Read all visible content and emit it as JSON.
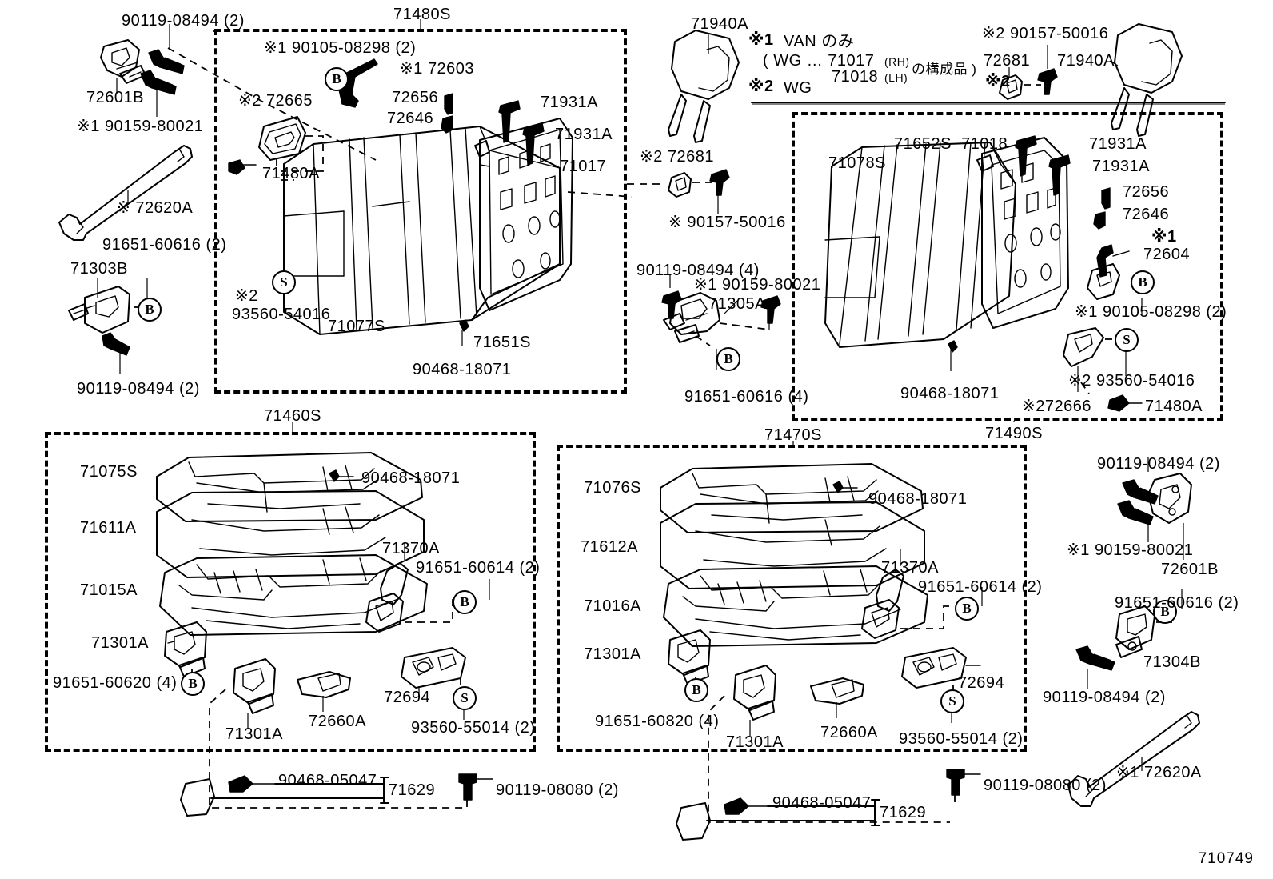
{
  "diagram": {
    "number": "710749",
    "notes": [
      {
        "mark": "※1",
        "text": "VAN のみ"
      },
      {
        "mark": "",
        "text": "( WG … 71017 (RH)"
      },
      {
        "mark": "",
        "text": "71018 (LH)  の構成品 )"
      },
      {
        "mark": "※2",
        "text": "WG"
      }
    ],
    "note_line1_mark": "※1",
    "note_line1_text": "VAN のみ",
    "note_line2_text": "( WG … 71017",
    "note_line2_sub": "(RH)",
    "note_line3_text": "71018",
    "note_line3_sub": "(LH)",
    "note_line3_tail": "の構成品 )",
    "note_line4_mark": "※2",
    "note_line4_text": "WG"
  },
  "groups": {
    "top_left": "71480S",
    "top_right": "71490S",
    "bottom_left": "71460S",
    "bottom_right": "71470S"
  },
  "top_left_panel": {
    "labels": [
      {
        "id": "tl1",
        "text": "※1  90105-08298 (2)"
      },
      {
        "id": "tl2",
        "text": "※1 72603"
      },
      {
        "id": "tl3",
        "text": "72656"
      },
      {
        "id": "tl4",
        "text": "72646"
      },
      {
        "id": "tl5",
        "text": "71931A"
      },
      {
        "id": "tl6",
        "text": "71931A"
      },
      {
        "id": "tl7",
        "text": "71017"
      },
      {
        "id": "tl8",
        "text": "※2  72665"
      },
      {
        "id": "tl9",
        "text": "71480A"
      },
      {
        "id": "tl10",
        "text": "※2"
      },
      {
        "id": "tl11",
        "text": "93560-54016"
      },
      {
        "id": "tl12",
        "text": "71077S"
      },
      {
        "id": "tl13",
        "text": "90468-18071"
      },
      {
        "id": "tl14",
        "text": "71651S"
      }
    ]
  },
  "left_outer": {
    "labels": [
      {
        "id": "lo1",
        "text": "90119-08494 (2)"
      },
      {
        "id": "lo2",
        "text": "72601B"
      },
      {
        "id": "lo3",
        "text": "※1 90159-80021"
      },
      {
        "id": "lo4",
        "text": "※ 72620A"
      },
      {
        "id": "lo5",
        "text": "91651-60616 (2)"
      },
      {
        "id": "lo6",
        "text": "71303B"
      },
      {
        "id": "lo7",
        "text": "90119-08494 (2)"
      }
    ],
    "badge_b": "B"
  },
  "center_column": {
    "labels": [
      {
        "id": "cc1",
        "text": "※2 72681"
      },
      {
        "id": "cc2",
        "text": "※ 90157-50016"
      },
      {
        "id": "cc3",
        "text": "90119-08494 (4)"
      },
      {
        "id": "cc4",
        "text": "※1 90159-80021"
      },
      {
        "id": "cc5",
        "text": "71305A"
      },
      {
        "id": "cc6",
        "text": "91651-60616 (4)"
      }
    ],
    "badge_b": "B"
  },
  "headrests": {
    "left_label": "71940A",
    "right_label": "71940A",
    "right_mount_label": "72681",
    "right_mount_mark": "※2",
    "right_bolt_label": "※2 90157-50016"
  },
  "top_right_panel": {
    "labels": [
      {
        "id": "tr1",
        "text": "71652S"
      },
      {
        "id": "tr2",
        "text": "71018"
      },
      {
        "id": "tr3",
        "text": "71078S"
      },
      {
        "id": "tr4",
        "text": "71931A"
      },
      {
        "id": "tr5",
        "text": "71931A"
      },
      {
        "id": "tr6",
        "text": "72656"
      },
      {
        "id": "tr7",
        "text": "72646"
      },
      {
        "id": "tr8",
        "text": "※1"
      },
      {
        "id": "tr9",
        "text": "72604"
      },
      {
        "id": "tr10",
        "text": "※1 90105-08298 (2)"
      },
      {
        "id": "tr11",
        "text": "※2 93560-54016"
      },
      {
        "id": "tr12",
        "text": "90468-18071"
      },
      {
        "id": "tr13",
        "text": "※272666"
      },
      {
        "id": "tr14",
        "text": "71480A"
      }
    ]
  },
  "bottom_left_panel": {
    "labels": [
      {
        "id": "bl1",
        "text": "71075S"
      },
      {
        "id": "bl2",
        "text": "71611A"
      },
      {
        "id": "bl3",
        "text": "71015A"
      },
      {
        "id": "bl4",
        "text": "71301A"
      },
      {
        "id": "bl5",
        "text": "91651-60620 (4)"
      },
      {
        "id": "bl6",
        "text": "71301A"
      },
      {
        "id": "bl7",
        "text": "90468-18071"
      },
      {
        "id": "bl8",
        "text": "71370A"
      },
      {
        "id": "bl9",
        "text": "91651-60614 (2)"
      },
      {
        "id": "bl10",
        "text": "72694"
      },
      {
        "id": "bl11",
        "text": "93560-55014 (2)"
      },
      {
        "id": "bl12",
        "text": "72660A"
      }
    ]
  },
  "bottom_right_panel": {
    "labels": [
      {
        "id": "br1",
        "text": "71076S"
      },
      {
        "id": "br2",
        "text": "71612A"
      },
      {
        "id": "br3",
        "text": "71016A"
      },
      {
        "id": "br4",
        "text": "71301A"
      },
      {
        "id": "br5",
        "text": "91651-60820 (4)"
      },
      {
        "id": "br6",
        "text": "71301A"
      },
      {
        "id": "br7",
        "text": "90468-18071"
      },
      {
        "id": "br8",
        "text": "71370A"
      },
      {
        "id": "br9",
        "text": "91651-60614 (2)"
      },
      {
        "id": "br10",
        "text": "72694"
      },
      {
        "id": "br11",
        "text": "93560-55014 (2)"
      },
      {
        "id": "br12",
        "text": "72660A"
      }
    ]
  },
  "right_outer": {
    "labels": [
      {
        "id": "ro1",
        "text": "90119-08494 (2)"
      },
      {
        "id": "ro2",
        "text": "※1 90159-80021"
      },
      {
        "id": "ro3",
        "text": "72601B"
      },
      {
        "id": "ro4",
        "text": "91651-60616 (2)"
      },
      {
        "id": "ro5",
        "text": "71304B"
      },
      {
        "id": "ro6",
        "text": "90119-08494 (2)"
      },
      {
        "id": "ro7",
        "text": "※1 72620A"
      }
    ]
  },
  "bottom_strip": {
    "left": [
      {
        "id": "bs1",
        "text": "90468-05047"
      },
      {
        "id": "bs2",
        "text": "71629"
      },
      {
        "id": "bs3",
        "text": "90119-08080 (2)"
      }
    ],
    "right": [
      {
        "id": "bs4",
        "text": "90468-05047"
      },
      {
        "id": "bs5",
        "text": "71629"
      },
      {
        "id": "bs6",
        "text": "90119-08080 (2)"
      }
    ]
  },
  "badges": {
    "b": "B",
    "s": "S"
  }
}
